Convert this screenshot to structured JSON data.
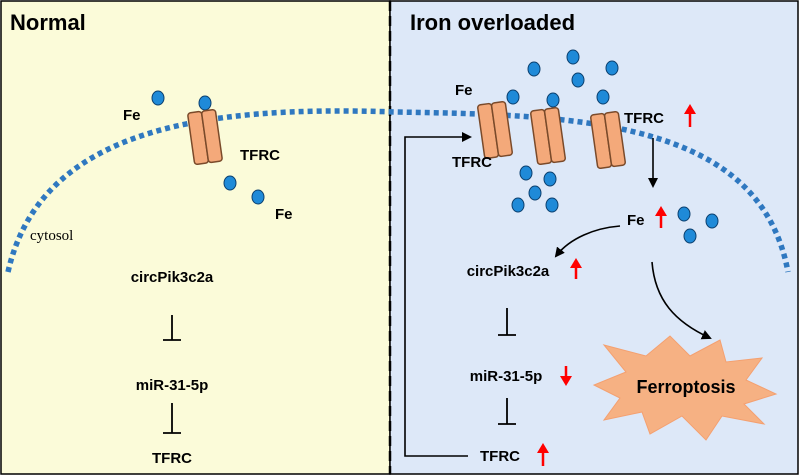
{
  "panels": {
    "normal": {
      "title": "Normal",
      "fe_top": "Fe",
      "fe_bottom": "Fe",
      "tfrc_label": "TFRC",
      "cytosol_label": "cytosol",
      "pathway": [
        "circPik3c2a",
        "miR-31-5p",
        "TFRC"
      ]
    },
    "iron": {
      "title": "Iron overloaded",
      "fe_label": "Fe",
      "tfrc_left": "TFRC",
      "tfrc_right": "TFRC",
      "fe_cyto": "Fe",
      "pathway": [
        "circPik3c2a",
        "miR-31-5p",
        "TFRC"
      ],
      "outcome": "Ferroptosis"
    }
  },
  "colors": {
    "normal_bg": "#fbfbd9",
    "iron_bg": "#dde8f8",
    "membrane": "#2f78c0",
    "fe_dot": "#1f8ad8",
    "channel_fill": "#f4a97a",
    "channel_stroke": "#7a4a2a",
    "up_arrow": "#ff0000",
    "down_arrow": "#ff0000",
    "burst_fill": "#f6b183"
  }
}
